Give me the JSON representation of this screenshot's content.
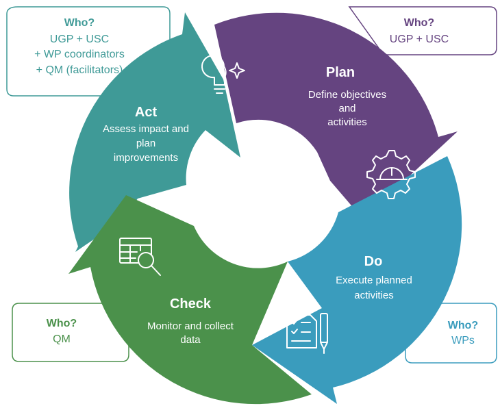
{
  "colors": {
    "act": "#3f9a97",
    "plan": "#654480",
    "do": "#3a9cbd",
    "check": "#4b914b",
    "white": "#ffffff"
  },
  "phases": {
    "plan": {
      "title": "Plan",
      "desc": [
        "Define objectives",
        "and",
        "activities"
      ],
      "icon": "gear-hardhat-icon"
    },
    "do": {
      "title": "Do",
      "desc": [
        "Execute planned",
        "activities"
      ],
      "icon": "checklist-pen-icon"
    },
    "check": {
      "title": "Check",
      "desc": [
        "Monitor and collect",
        "data"
      ],
      "icon": "table-magnifier-icon"
    },
    "act": {
      "title": "Act",
      "desc": [
        "Assess impact and",
        "plan",
        "improvements"
      ],
      "icon": "lightbulb-sparkle-icon"
    }
  },
  "callouts": {
    "act": {
      "label": "Who?",
      "lines": [
        "UGP + USC",
        "+ WP coordinators",
        "+ QM (facilitators)"
      ]
    },
    "plan": {
      "label": "Who?",
      "lines": [
        "UGP + USC"
      ]
    },
    "check": {
      "label": "Who?",
      "lines": [
        "QM"
      ]
    },
    "do": {
      "label": "Who?",
      "lines": [
        "WPs"
      ]
    }
  }
}
